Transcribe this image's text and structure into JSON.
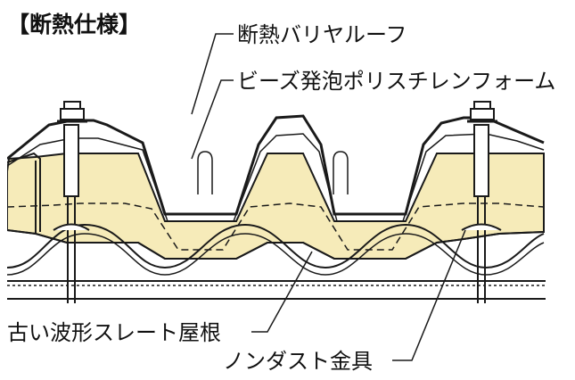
{
  "heading": "【断熱仕様】",
  "labels": {
    "roof_panel": "断熱バリヤルーフ",
    "foam": "ビーズ発泡ポリスチレンフォーム",
    "old_slate": "古い波形スレート屋根",
    "fastener": "ノンダスト金具"
  },
  "colors": {
    "foam_fill": "#f6ebb9",
    "line": "#1a1a1a",
    "background": "#ffffff"
  }
}
